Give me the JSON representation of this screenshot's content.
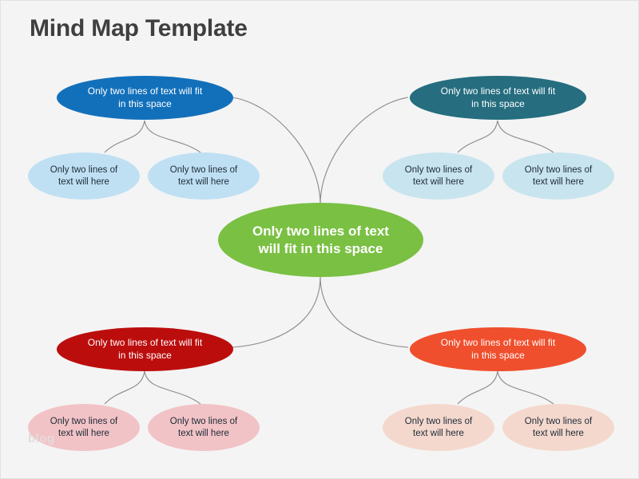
{
  "slide": {
    "title": "Mind Map Template",
    "background_color": "#f4f4f4",
    "title_color": "#3f3f3f",
    "watermark": "blog"
  },
  "center": {
    "text": "Only two lines of text\nwill fit in this space",
    "fill": "#7ac043",
    "text_color": "#ffffff"
  },
  "branches": [
    {
      "id": "top-left",
      "text": "Only two lines of text will fit\nin this space",
      "fill": "#1270bb",
      "text_color": "#ffffff",
      "children": [
        {
          "text": "Only two lines of\ntext will here",
          "fill": "#bfe0f3",
          "text_color": "#1d2b38"
        },
        {
          "text": "Only two lines of\ntext will here",
          "fill": "#bfe0f3",
          "text_color": "#1d2b38"
        }
      ]
    },
    {
      "id": "top-right",
      "text": "Only two lines of text will fit\nin this space",
      "fill": "#256d7f",
      "text_color": "#ffffff",
      "children": [
        {
          "text": "Only two lines of\ntext will here",
          "fill": "#c8e4ef",
          "text_color": "#1d2b38"
        },
        {
          "text": "Only two lines of\ntext will here",
          "fill": "#c8e4ef",
          "text_color": "#1d2b38"
        }
      ]
    },
    {
      "id": "bottom-left",
      "text": "Only two lines of text will fit\nin this space",
      "fill": "#bc0d0d",
      "text_color": "#ffffff",
      "children": [
        {
          "text": "Only two lines of\ntext will here",
          "fill": "#f2c3c6",
          "text_color": "#1d2b38"
        },
        {
          "text": "Only two lines of\ntext will here",
          "fill": "#f2c3c6",
          "text_color": "#1d2b38"
        }
      ]
    },
    {
      "id": "bottom-right",
      "text": "Only two lines of text will fit\nin this space",
      "fill": "#f04f2d",
      "text_color": "#ffffff",
      "children": [
        {
          "text": "Only two lines of\ntext will here",
          "fill": "#f5d8cd",
          "text_color": "#1d2b38"
        },
        {
          "text": "Only two lines of\ntext will here",
          "fill": "#f5d8cd",
          "text_color": "#1d2b38"
        }
      ]
    }
  ],
  "connector": {
    "color": "#8a8a8a",
    "width": 1
  }
}
